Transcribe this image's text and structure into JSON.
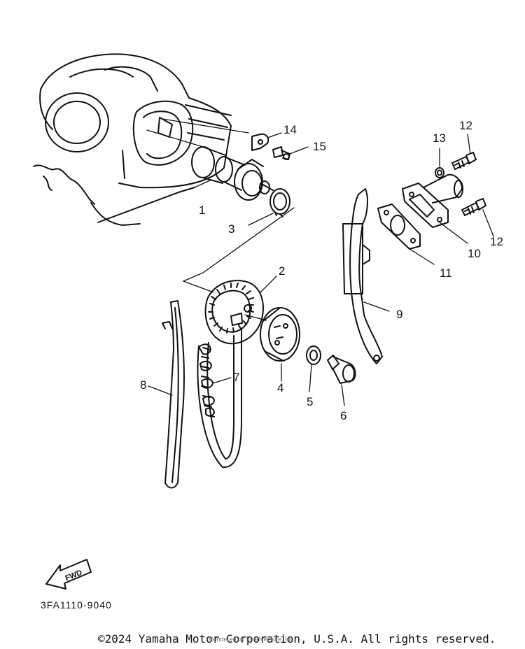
{
  "callouts": {
    "c1": "1",
    "c2": "2",
    "c3": "3",
    "c4": "4",
    "c5": "5",
    "c6": "6",
    "c7": "7",
    "c8": "8",
    "c9": "9",
    "c10": "10",
    "c11": "11",
    "c12a": "12",
    "c12b": "12",
    "c13": "13",
    "c14": "14",
    "c15": "15"
  },
  "fwd_label": "FWD",
  "diagram_code": "3FA1110-9040",
  "copyright": "©2024 Yamaha Motor Corporation, U.S.A. All rights reserved.",
  "watermark": "Rendered by Leadventure, Inc."
}
